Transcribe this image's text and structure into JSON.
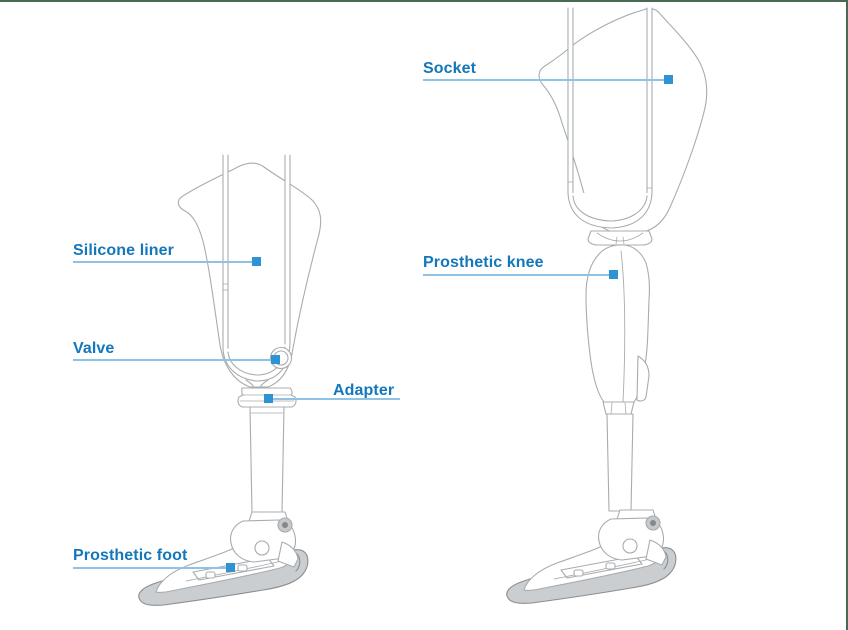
{
  "diagram": {
    "labels": {
      "silicone_liner": "Silicone liner",
      "valve": "Valve",
      "adapter": "Adapter",
      "prosthetic_foot": "Prosthetic foot",
      "socket": "Socket",
      "prosthetic_knee": "Prosthetic knee"
    },
    "colors": {
      "label_text": "#1377ba",
      "leader_line": "#8fc3e6",
      "marker": "#2e93d3",
      "drawing_outline": "#a8acaf",
      "sole_fill": "#cbced0",
      "frame_border": "#4a6955"
    }
  }
}
